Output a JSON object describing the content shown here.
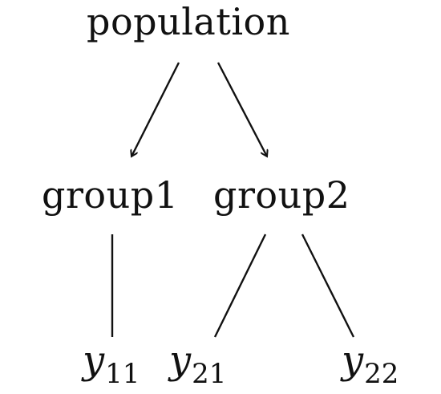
{
  "nodes": {
    "population": "population",
    "group1": "group1",
    "group2": "group2",
    "y11": {
      "var": "y",
      "sub": "11"
    },
    "y21": {
      "var": "y",
      "sub": "21"
    },
    "y22": {
      "var": "y",
      "sub": "22"
    }
  },
  "edges": [
    {
      "from": "population",
      "to": "group1",
      "arrow": true
    },
    {
      "from": "population",
      "to": "group2",
      "arrow": true
    },
    {
      "from": "group1",
      "to": "y11",
      "arrow": false
    },
    {
      "from": "group2",
      "to": "y21",
      "arrow": false
    },
    {
      "from": "group2",
      "to": "y22",
      "arrow": false
    }
  ],
  "colors": {
    "ink": "#111111",
    "background": "#ffffff"
  }
}
